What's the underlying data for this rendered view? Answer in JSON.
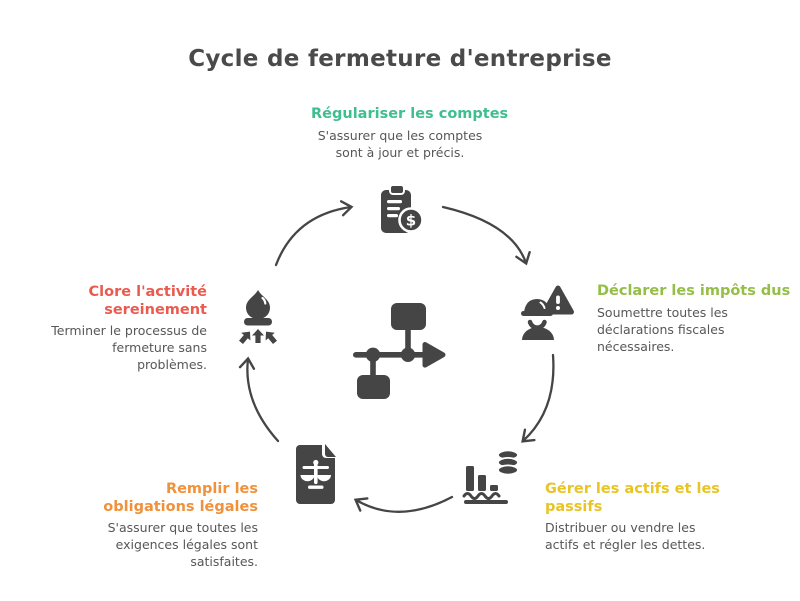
{
  "title": "Cycle de fermeture d'entreprise",
  "colors": {
    "dark": "#454545",
    "title_text": "#4a4a4a",
    "description_text": "#575757",
    "step_top": "#3fbe8e",
    "step_right": "#94bf47",
    "step_bottom_right": "#e8c424",
    "step_bottom_left": "#f0913c",
    "step_left": "#ea5a4f"
  },
  "icons": {
    "dollar_glyph": "$"
  },
  "center": {
    "icon": "flowchart-icon"
  },
  "steps": [
    {
      "position": "top",
      "heading": "Régulariser les comptes",
      "description": "S'assurer que les comptes sont à jour et précis.",
      "color": "#3fbe8e",
      "icon": "clipboard-dollar-icon"
    },
    {
      "position": "right",
      "heading": "Déclarer les impôts dus",
      "description": "Soumettre toutes les déclarations fiscales nécessaires.",
      "color": "#94bf47",
      "icon": "worker-warning-icon"
    },
    {
      "position": "bottom-right",
      "heading": "Gérer les actifs et les passifs",
      "description": "Distribuer ou vendre les actifs et régler les dettes.",
      "color": "#e8c424",
      "icon": "bars-coins-icon"
    },
    {
      "position": "bottom-left",
      "heading": "Remplir les obligations légales",
      "description": "S'assurer que toutes les exigences légales sont satisfaites.",
      "color": "#f0913c",
      "icon": "document-scales-icon"
    },
    {
      "position": "left",
      "heading": "Clore l'activité sereinement",
      "description": "Terminer le processus de fermeture sans problèmes.",
      "color": "#ea5a4f",
      "icon": "closing-dome-icon"
    }
  ]
}
